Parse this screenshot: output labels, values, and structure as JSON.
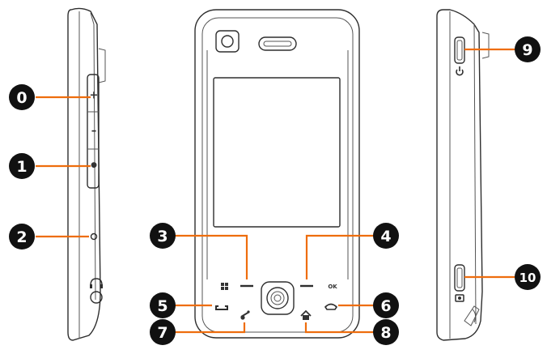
{
  "callouts": {
    "c0": "0",
    "c1": "1",
    "c2": "2",
    "c3": "3",
    "c4": "4",
    "c5": "5",
    "c6": "6",
    "c7": "7",
    "c8": "8",
    "c9": "9",
    "c10": "10"
  },
  "device_labels": {
    "volume_up": "+",
    "volume_down": "–",
    "record": "●",
    "ok": "OK"
  },
  "colors": {
    "leader": "#ee6d0d",
    "callout_fill": "#111111",
    "outline": "#2e2e2e"
  }
}
